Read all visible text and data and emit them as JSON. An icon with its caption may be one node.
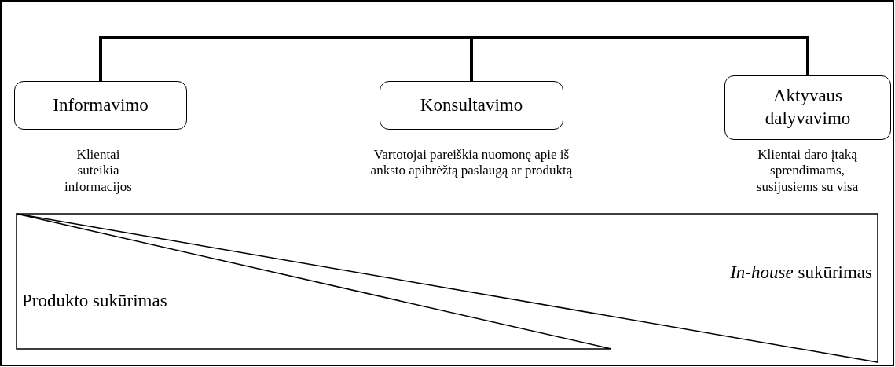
{
  "diagram": {
    "nodes": [
      {
        "text": [
          "Informavimo"
        ],
        "beside": [
          "Klientai suteikia informacijos"
        ]
      },
      {
        "text": [
          "Konsultavimo"
        ],
        "beside": [
          "Vartotojai pareiškia nuomonę apie iš anksto apibrėžtą paslaugą ar produktą"
        ]
      },
      {
        "text": [
          "Aktyvaus dalyvavimo"
        ],
        "beside": [
          "Klientai daro įtaką sprendimams, susijusiems su visa"
        ]
      },
      {
        "text": [
          "Produkto sukūrimas"
        ]
      },
      {
        "text": [
          "*In-house* sukūrimas"
        ]
      }
    ],
    "edges": [
      {
        "from": 0,
        "to": 1,
        "arrow": "none"
      },
      {
        "from": 1,
        "to": 2,
        "arrow": "none"
      }
    ]
  }
}
